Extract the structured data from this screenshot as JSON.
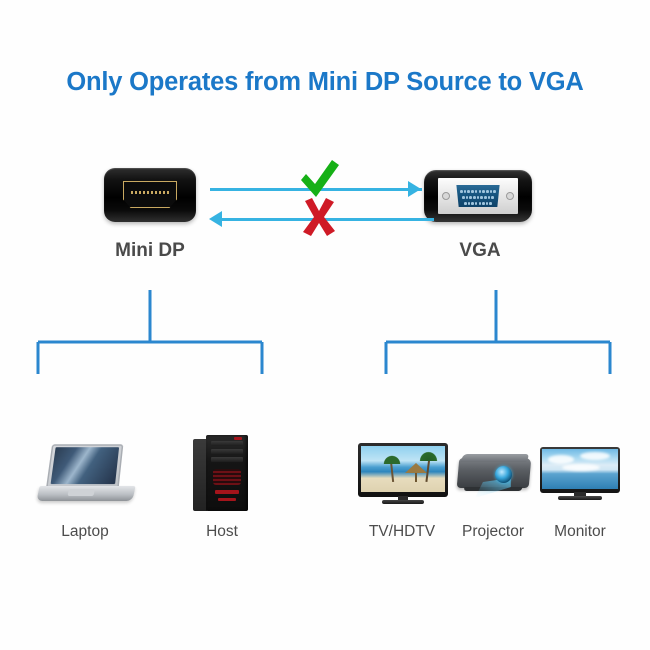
{
  "title": "Only Operates from Mini DP Source to VGA",
  "title_color": "#1b78c8",
  "connectors": {
    "source": {
      "label": "Mini DP",
      "port_outline_color": "#c9a961",
      "body_color": "#000000"
    },
    "destination": {
      "label": "VGA",
      "port_color": "#16547e",
      "plate_color": "#e6e6e6",
      "body_color": "#000000"
    }
  },
  "flow": {
    "arrow_color": "#36b3e2",
    "forward": {
      "direction": "right",
      "mark": "check",
      "mark_color": "#16b016",
      "meaning": "allowed"
    },
    "reverse": {
      "direction": "left",
      "mark": "cross",
      "mark_color": "#cf1a26",
      "meaning": "not allowed"
    }
  },
  "brackets": {
    "color": "#2b87cf",
    "left_group": "source-devices",
    "right_group": "display-devices"
  },
  "source_devices": [
    {
      "label": "Laptop",
      "icon": "laptop-icon"
    },
    {
      "label": "Host",
      "icon": "desktop-tower-icon"
    }
  ],
  "display_devices": [
    {
      "label": "TV/HDTV",
      "icon": "television-icon"
    },
    {
      "label": "Projector",
      "icon": "projector-icon"
    },
    {
      "label": "Monitor",
      "icon": "monitor-icon"
    }
  ]
}
